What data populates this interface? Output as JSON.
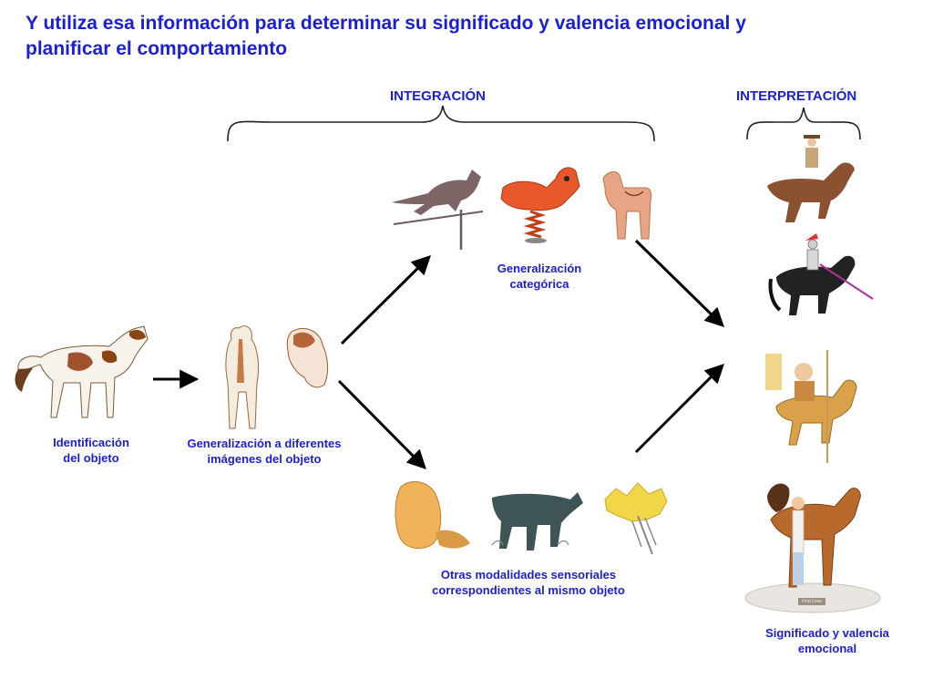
{
  "title": {
    "line1": "Y utiliza esa información para determinar su significado y valencia emocional y",
    "line2": "planificar el comportamiento"
  },
  "headers": {
    "integration": "INTEGRACIÓN",
    "interpretation": "INTERPRETACIÓN"
  },
  "captions": {
    "identification": {
      "line1": "Identificación",
      "line2": "del objeto"
    },
    "generalization_images": {
      "line1": "Generalización a diferentes",
      "line2": "imágenes del objeto"
    },
    "categorical": {
      "line1": "Generalización",
      "line2": "categórica"
    },
    "sensory": {
      "line1": "Otras modalidades sensoriales",
      "line2": "correspondientes al mismo objeto"
    },
    "meaning": {
      "line1": "Significado y valencia",
      "line2": "emocional"
    }
  },
  "figurine_plaque": "First Love",
  "colors": {
    "text_blue": "#1a1fd6",
    "arrow": "#000000"
  },
  "icons": [
    "paint-horse-icon",
    "horse-rear-view-icon",
    "horse-head-icon",
    "weathervane-horse-icon",
    "spring-rocking-horse-icon",
    "dala-horse-icon",
    "hand-touching-horse-icon",
    "galloping-hooves-icon",
    "hay-pitchfork-icon",
    "cowboy-rider-icon",
    "knight-horse-icon",
    "carousel-boy-icon",
    "girl-horse-figurine-icon"
  ]
}
